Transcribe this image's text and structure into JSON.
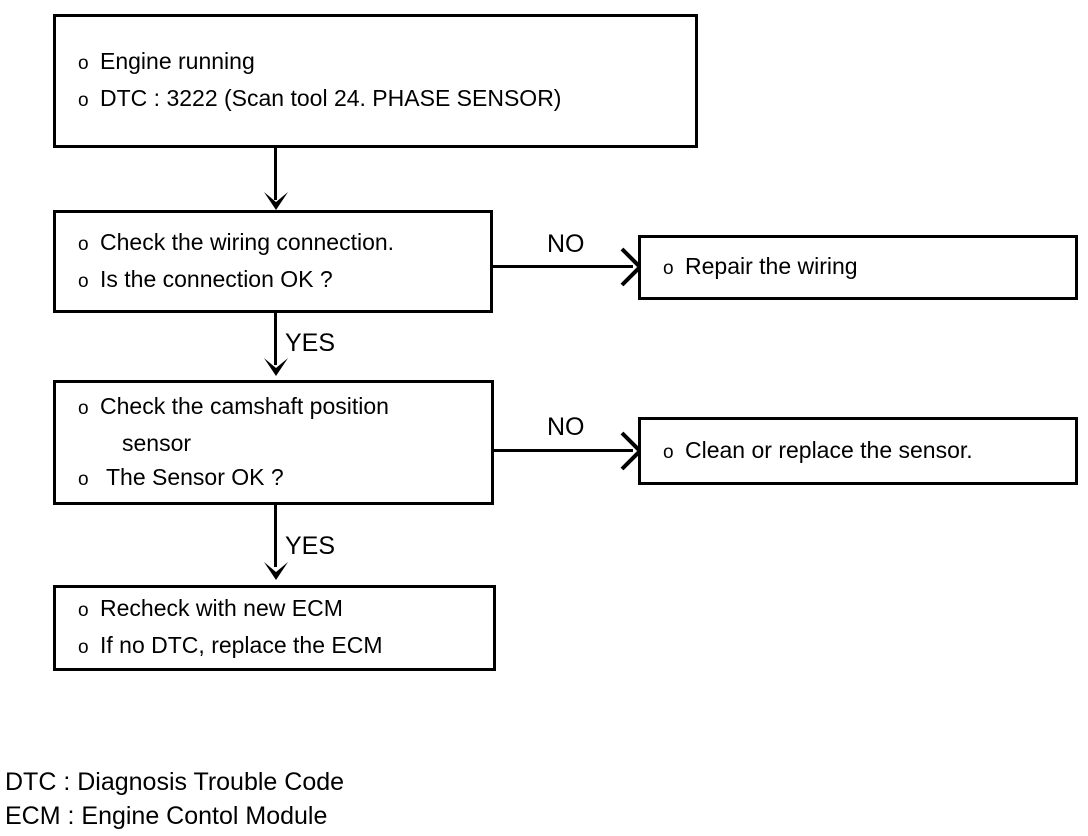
{
  "diagram": {
    "title": "Phase sensor DTC 3222 diagnostic flowchart",
    "line_color": "#000000",
    "background": "#ffffff",
    "nodes": [
      {
        "id": "start",
        "lines": [
          {
            "bullet": "o",
            "text": "Engine running"
          },
          {
            "bullet": "o",
            "text": "DTC : 3222 (Scan tool 24. PHASE SENSOR)"
          }
        ]
      },
      {
        "id": "check-wiring",
        "lines": [
          {
            "bullet": "o",
            "text": "Check the wiring connection."
          },
          {
            "bullet": "o",
            "text": "Is the connection OK ?"
          }
        ]
      },
      {
        "id": "repair-wiring",
        "lines": [
          {
            "bullet": "o",
            "text": "Repair the wiring"
          }
        ]
      },
      {
        "id": "check-sensor",
        "lines": [
          {
            "bullet": "o",
            "text": "Check the camshaft position"
          },
          {
            "continuation": "sensor"
          },
          {
            "bullet": "o",
            "text": " The Sensor OK ?"
          }
        ]
      },
      {
        "id": "clean-sensor",
        "lines": [
          {
            "bullet": "o",
            "text": "Clean or replace the sensor."
          }
        ]
      },
      {
        "id": "recheck-ecm",
        "lines": [
          {
            "bullet": "o",
            "text": "Recheck with new ECM"
          },
          {
            "bullet": "o",
            "text": "If no DTC, replace the ECM"
          }
        ]
      }
    ],
    "edge_labels": {
      "no_wiring": "NO",
      "yes_wiring": "YES",
      "no_sensor": "NO",
      "yes_sensor": "YES"
    }
  },
  "legend": {
    "dtc": "DTC : Diagnosis Trouble Code",
    "ecm": "ECM : Engine Contol Module"
  }
}
